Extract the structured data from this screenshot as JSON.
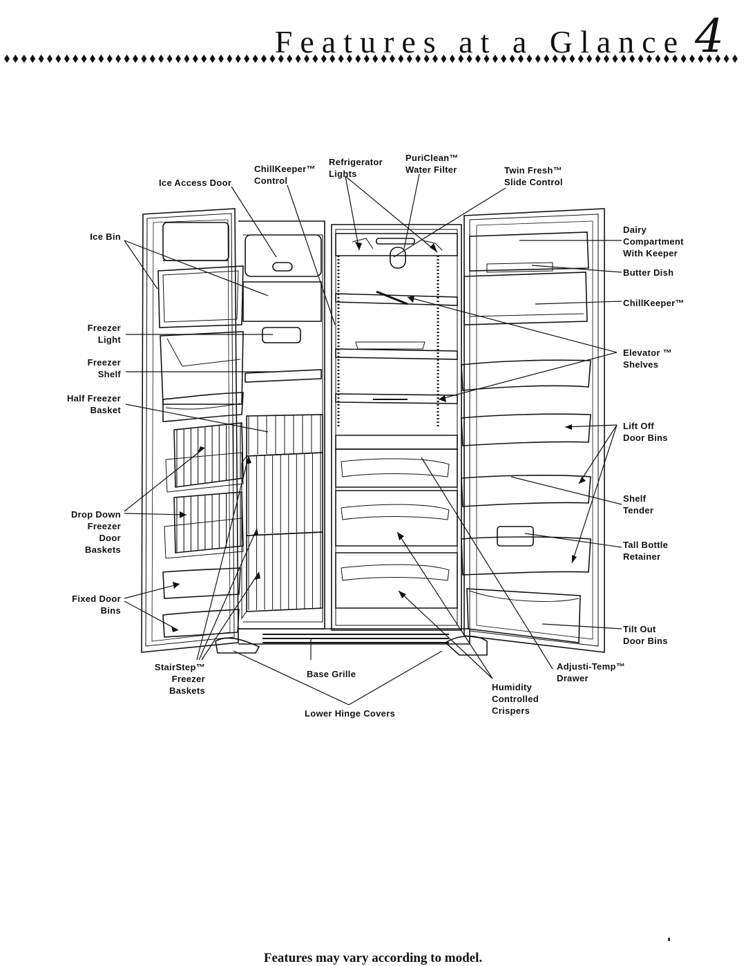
{
  "header": {
    "title": "Features at a Glance",
    "page_number": "4"
  },
  "labels": {
    "ice_access_door": "Ice Access Door",
    "chillkeeper_control": [
      "ChillKeeper™",
      "Control"
    ],
    "refrigerator_lights": [
      "Refrigerator",
      "Lights"
    ],
    "puriclean_water_filter": [
      "PuriClean™",
      "Water Filter"
    ],
    "twin_fresh_slide_control": [
      "Twin Fresh™",
      "Slide Control"
    ],
    "ice_bin": "Ice Bin",
    "freezer_light": [
      "Freezer",
      "Light"
    ],
    "freezer_shelf": [
      "Freezer",
      "Shelf"
    ],
    "half_freezer_basket": [
      "Half Freezer",
      "Basket"
    ],
    "drop_down_freezer_door_baskets": [
      "Drop Down",
      "Freezer",
      "Door",
      "Baskets"
    ],
    "fixed_door_bins": [
      "Fixed Door",
      "Bins"
    ],
    "stairstep_freezer_baskets": [
      "StairStep™",
      "Freezer",
      "Baskets"
    ],
    "base_grille": "Base Grille",
    "lower_hinge_covers": "Lower Hinge Covers",
    "humidity_controlled_crispers": [
      "Humidity",
      "Controlled",
      "Crispers"
    ],
    "adjusti_temp_drawer": [
      "Adjusti-Temp™",
      "Drawer"
    ],
    "dairy_compartment": [
      "Dairy",
      "Compartment",
      "With Keeper"
    ],
    "butter_dish": "Butter Dish",
    "chillkeeper": "ChillKeeper™",
    "elevator_shelves": [
      "Elevator ™",
      "Shelves"
    ],
    "lift_off_door_bins": [
      "Lift Off",
      "Door Bins"
    ],
    "shelf_tender": [
      "Shelf",
      "Tender"
    ],
    "tall_bottle_retainer": [
      "Tall Bottle",
      "Retainer"
    ],
    "tilt_out_door_bins": [
      "Tilt Out",
      "Door Bins"
    ]
  },
  "footer": {
    "note": "Features may vary according to model."
  }
}
